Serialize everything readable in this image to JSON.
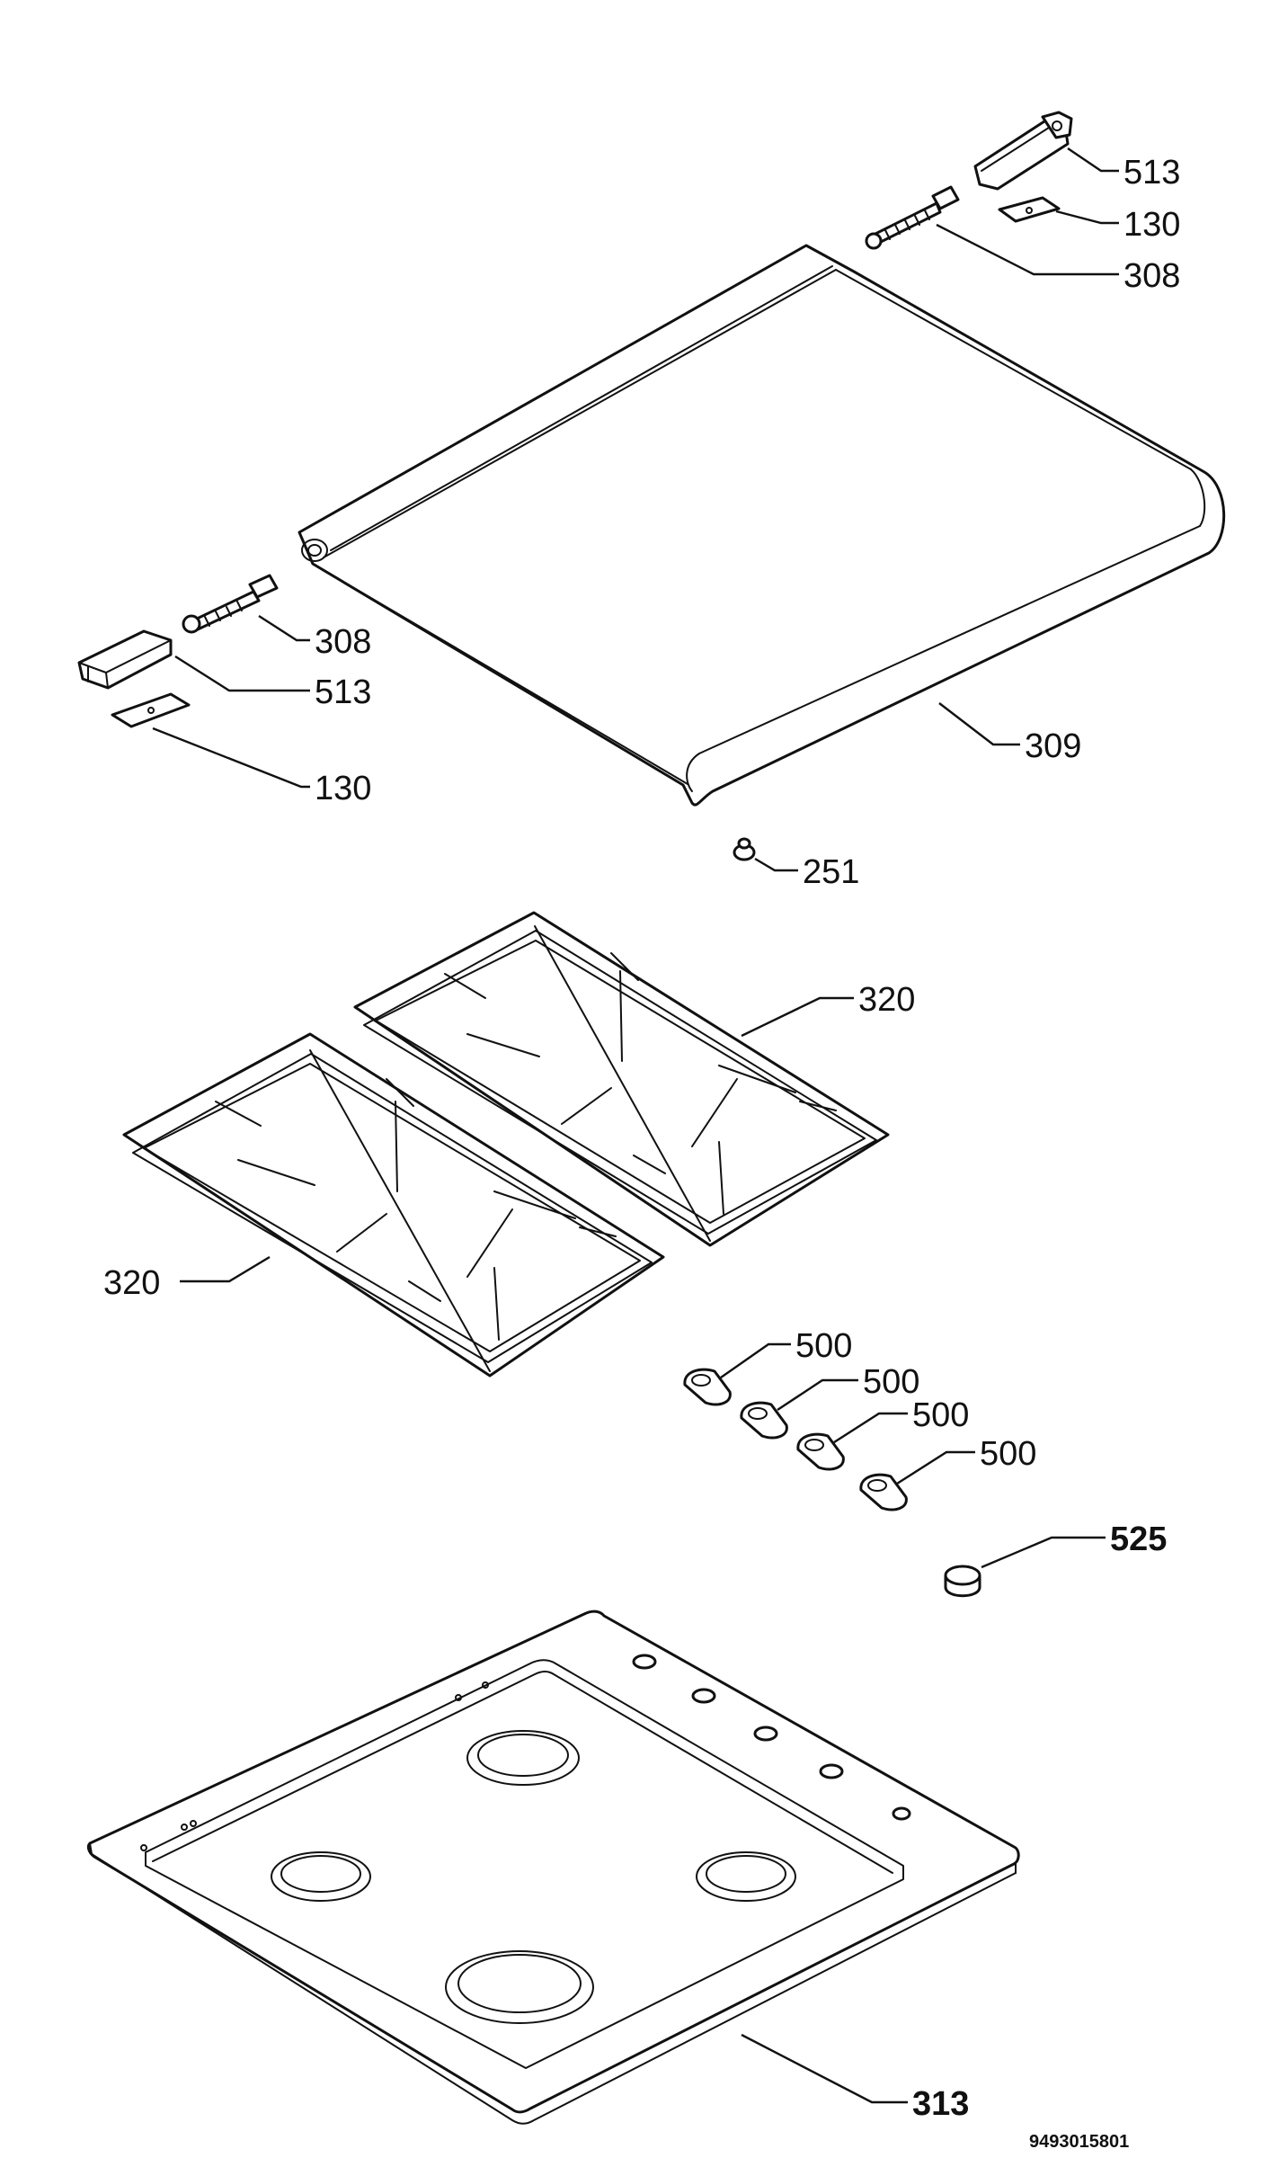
{
  "diagram": {
    "labels": {
      "l513_top": "513",
      "l130_top": "130",
      "l308_top": "308",
      "l308_left": "308",
      "l513_left": "513",
      "l130_left": "130",
      "l309": "309",
      "l251": "251",
      "l320_right": "320",
      "l320_left": "320",
      "l500_a": "500",
      "l500_b": "500",
      "l500_c": "500",
      "l500_d": "500",
      "l525": "525",
      "l313": "313"
    },
    "document_number": "9493015801"
  }
}
